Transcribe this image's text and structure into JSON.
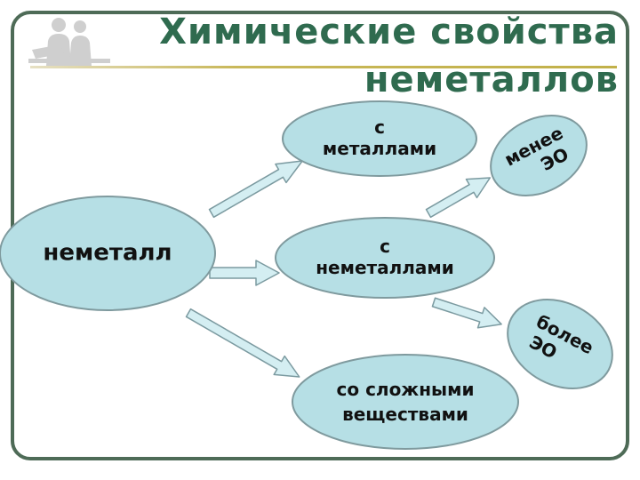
{
  "title": {
    "line1": "Химические свойства",
    "line2": "неметаллов"
  },
  "nodes": {
    "nonmetal": "неметалл",
    "with_metals": [
      "с",
      "металлами"
    ],
    "with_nonmetals": [
      "с",
      "неметаллами"
    ],
    "with_complex": [
      "со сложными",
      "веществами"
    ],
    "less_en": [
      "менее",
      "ЭО"
    ],
    "more_en": [
      "более",
      "ЭО"
    ]
  },
  "colors": {
    "node_fill": "#b6dfe5",
    "node_stroke": "#7f9a9e",
    "arrow_fill": "#d4eef2",
    "arrow_stroke": "#7b9aa0",
    "title": "#2f6b4f",
    "frame": "#4e6b57"
  },
  "icons": {
    "logo": "people-silhouette-icon"
  }
}
